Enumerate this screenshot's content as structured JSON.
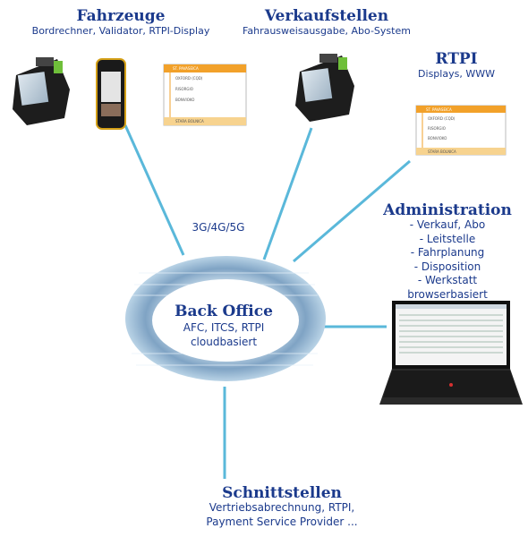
{
  "fahrzeuge": {
    "title": "Fahrzeuge",
    "subtitle": "Bordrechner, Validator, RTPI-Display"
  },
  "verkaufstellen": {
    "title": "Verkaufstellen",
    "subtitle": "Fahrausweisausgabe, Abo-System"
  },
  "rtpi": {
    "title": "RTPI",
    "subtitle": "Displays, WWW"
  },
  "network_label": "3G/4G/5G",
  "administration": {
    "title": "Administration",
    "items": [
      "- Verkauf, Abo",
      "- Leitstelle",
      "- Fahrplanung",
      "- Disposition",
      "- Werkstatt",
      "browserbasiert"
    ]
  },
  "back_office": {
    "title": "Back Office",
    "line1": "AFC, ITCS, RTPI",
    "line2": "cloudbasiert"
  },
  "schnittstellen": {
    "title": "Schnittstellen",
    "line1": "Vertriebsabrechnung,  RTPI,",
    "line2": "Payment Service Provider ..."
  },
  "rtpi_display_rows": [
    "ST. PAVASEICA",
    "OXFORD (CQD)",
    "RISORGIO",
    "BONVIOKO",
    "STARA BOLNICA"
  ],
  "colors": {
    "connector": "#5ab8da",
    "title": "#1b3a8c",
    "display_bar": "#f2a12a"
  }
}
